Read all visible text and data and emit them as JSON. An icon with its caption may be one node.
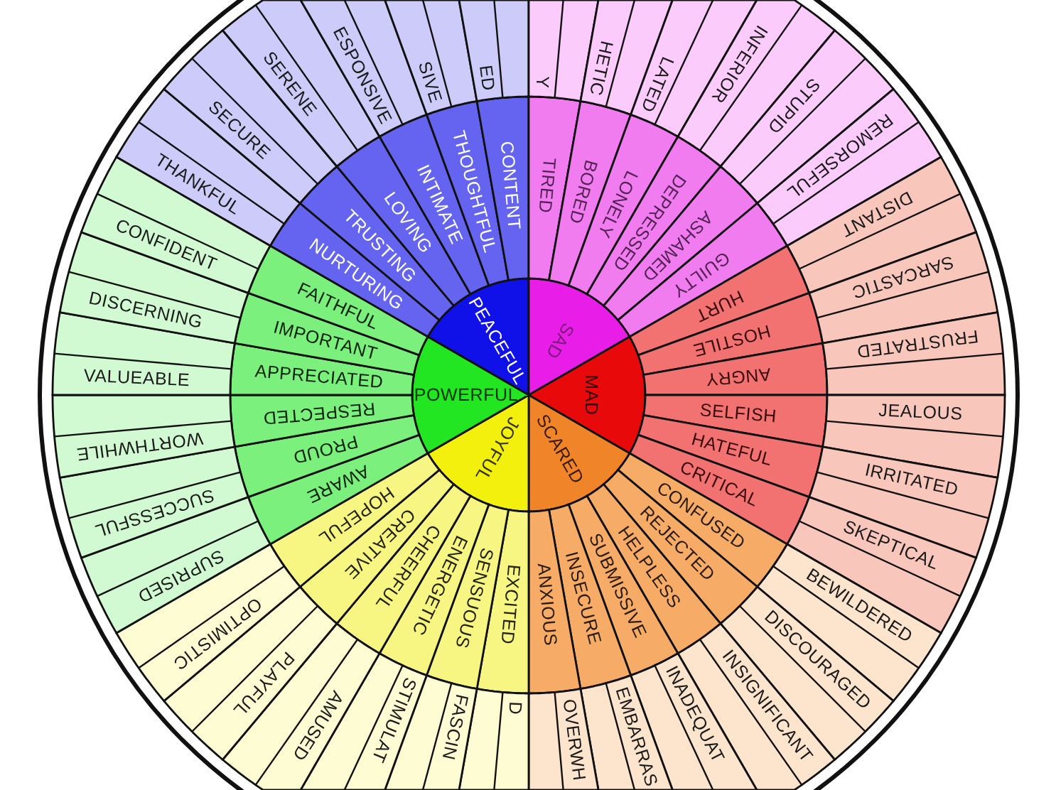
{
  "diagram": {
    "nodes": [
      {
        "text": [
          "PEACEFUL"
        ]
      },
      {
        "text": [
          "SAD"
        ]
      },
      {
        "text": [
          "MAD"
        ]
      },
      {
        "text": [
          "SCARED"
        ]
      },
      {
        "text": [
          "JOYFUL"
        ]
      },
      {
        "text": [
          "POWERFUL"
        ]
      },
      {
        "text": [
          "NURTURING"
        ]
      },
      {
        "text": [
          "TRUSTING"
        ]
      },
      {
        "text": [
          "LOVING"
        ]
      },
      {
        "text": [
          "INTIMATE"
        ]
      },
      {
        "text": [
          "THOUGHTFUL"
        ]
      },
      {
        "text": [
          "CONTENT"
        ]
      },
      {
        "text": [
          "TIRED"
        ]
      },
      {
        "text": [
          "BORED"
        ]
      },
      {
        "text": [
          "LONELY"
        ]
      },
      {
        "text": [
          "DEPRESSED"
        ]
      },
      {
        "text": [
          "ASHAMED"
        ]
      },
      {
        "text": [
          "GUILTY"
        ]
      },
      {
        "text": [
          "HURT"
        ]
      },
      {
        "text": [
          "HOSTILE"
        ]
      },
      {
        "text": [
          "ANGRY"
        ]
      },
      {
        "text": [
          "SELFISH"
        ]
      },
      {
        "text": [
          "HATEFUL"
        ]
      },
      {
        "text": [
          "CRITICAL"
        ]
      },
      {
        "text": [
          "CONFUSED"
        ]
      },
      {
        "text": [
          "REJECTED"
        ]
      },
      {
        "text": [
          "HELPLESS"
        ]
      },
      {
        "text": [
          "SUBMISSIVE"
        ]
      },
      {
        "text": [
          "INSECURE"
        ]
      },
      {
        "text": [
          "ANXIOUS"
        ]
      },
      {
        "text": [
          "EXCITED"
        ]
      },
      {
        "text": [
          "SENSUOUS"
        ]
      },
      {
        "text": [
          "ENERGETIC"
        ]
      },
      {
        "text": [
          "CHEERFUL"
        ]
      },
      {
        "text": [
          "CREATIVE"
        ]
      },
      {
        "text": [
          "HOPEFUL"
        ]
      },
      {
        "text": [
          "AWARE"
        ]
      },
      {
        "text": [
          "PROUD"
        ]
      },
      {
        "text": [
          "RESPECTED"
        ]
      },
      {
        "text": [
          "APPRECIATED"
        ]
      },
      {
        "text": [
          "IMPORTANT"
        ]
      },
      {
        "text": [
          "FAITHFUL"
        ]
      },
      {
        "text": [
          "THANKFUL"
        ]
      },
      {
        "text": [
          "SECURE"
        ]
      },
      {
        "text": [
          "SERENE"
        ]
      },
      {
        "text": [
          "ESPONSIVE"
        ]
      },
      {
        "text": [
          "SIVE"
        ]
      },
      {
        "text": [
          "ED"
        ]
      },
      {
        "text": [
          "Y"
        ]
      },
      {
        "text": [
          "HETIC"
        ]
      },
      {
        "text": [
          "LATED"
        ]
      },
      {
        "text": [
          "INFERIOR"
        ]
      },
      {
        "text": [
          "STUPID"
        ]
      },
      {
        "text": [
          "REMORSEFUL"
        ]
      },
      {
        "text": [
          "DISTANT"
        ]
      },
      {
        "text": [
          "SARCASTIC"
        ]
      },
      {
        "text": [
          "FRUSTRATED"
        ]
      },
      {
        "text": [
          "JEALOUS"
        ]
      },
      {
        "text": [
          "IRRITATED"
        ]
      },
      {
        "text": [
          "SKEPTICAL"
        ]
      },
      {
        "text": [
          "BEWILDERED"
        ]
      },
      {
        "text": [
          "DISCOURAGED"
        ]
      },
      {
        "text": [
          "INSIGNIFICANT"
        ]
      },
      {
        "text": [
          "INADEQUAT"
        ]
      },
      {
        "text": [
          "EMBARRAS"
        ]
      },
      {
        "text": [
          "OVERWH"
        ]
      },
      {
        "text": [
          "D"
        ]
      },
      {
        "text": [
          "FASCIN"
        ]
      },
      {
        "text": [
          "STIMULAT"
        ]
      },
      {
        "text": [
          "AMUSED"
        ]
      },
      {
        "text": [
          "PLAYFUL"
        ]
      },
      {
        "text": [
          "OPTIMISTIC"
        ]
      },
      {
        "text": [
          "SUPRISED"
        ]
      },
      {
        "text": [
          "SUCCESSFUL"
        ]
      },
      {
        "text": [
          "WORTHWHILE"
        ]
      },
      {
        "text": [
          "VALUEABLE"
        ]
      },
      {
        "text": [
          "DISCERNING"
        ]
      },
      {
        "text": [
          "CONFIDENT"
        ]
      }
    ]
  }
}
